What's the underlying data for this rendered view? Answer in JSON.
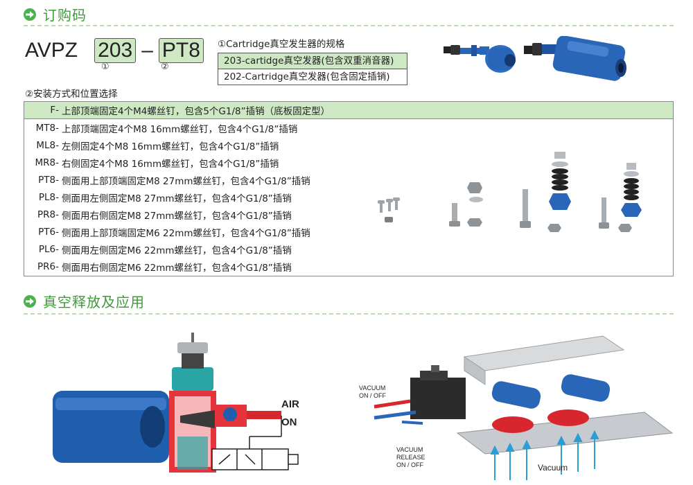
{
  "sections": {
    "order_title": "订购码",
    "release_title": "真空释放及应用"
  },
  "order_code": {
    "prefix": "AVPZ",
    "part1": "203",
    "separator": "–",
    "part2": "PT8",
    "marker1": "①",
    "marker2": "②"
  },
  "spec": {
    "label": "①Cartridge真空发生器的规格",
    "options": [
      "203-cartidge真空发器(包含双重消音器)",
      "202-Cartridge真空发器(包含固定插销)"
    ]
  },
  "mount": {
    "label": "②安装方式和位置选择",
    "rows": [
      {
        "code": "F-",
        "desc": "上部顶端固定4个M4螺丝钉，包含5个G1/8”插销（底板固定型）"
      },
      {
        "code": "MT8-",
        "desc": "上部顶端固定4个M8 16mm螺丝钉，包含4个G1/8”插销"
      },
      {
        "code": "ML8-",
        "desc": "左侧固定4个M8 16mm螺丝钉，包含4个G1/8”插销"
      },
      {
        "code": "MR8-",
        "desc": "右侧固定4个M8 16mm螺丝钉，包含4个G1/8”插销"
      },
      {
        "code": "PT8-",
        "desc": "侧面用上部顶端固定M8 27mm螺丝钉，包含4个G1/8”插销"
      },
      {
        "code": "PL8-",
        "desc": "侧面用左侧固定M8 27mm螺丝钉，包含4个G1/8”插销"
      },
      {
        "code": "PR8-",
        "desc": "侧面用右侧固定M8 27mm螺丝钉，包含4个G1/8”插销"
      },
      {
        "code": "PT6-",
        "desc": "侧面用上部顶端固定M6 22mm螺丝钉，包含4个G1/8”插销"
      },
      {
        "code": "PL6-",
        "desc": "侧面用左侧固定M6 22mm螺丝钉，包含4个G1/8”插销"
      },
      {
        "code": "PR6-",
        "desc": "侧面用右侧固定M6 22mm螺丝钉，包含4个G1/8”插销"
      }
    ]
  },
  "diagram_left": {
    "air_label_1": "AIR",
    "air_label_2": "ON"
  },
  "diagram_right": {
    "vacuum_onoff_1": "VACUUM",
    "vacuum_onoff_2": "ON / OFF",
    "release_1": "VACUUM",
    "release_2": "RELEASE",
    "release_3": "ON / OFF",
    "vacuum": "Vacuum"
  },
  "colors": {
    "accent_green": "#4caf50",
    "highlight": "#cfe8c4",
    "product_blue": "#1f5fae",
    "air_red": "#d7262c"
  }
}
